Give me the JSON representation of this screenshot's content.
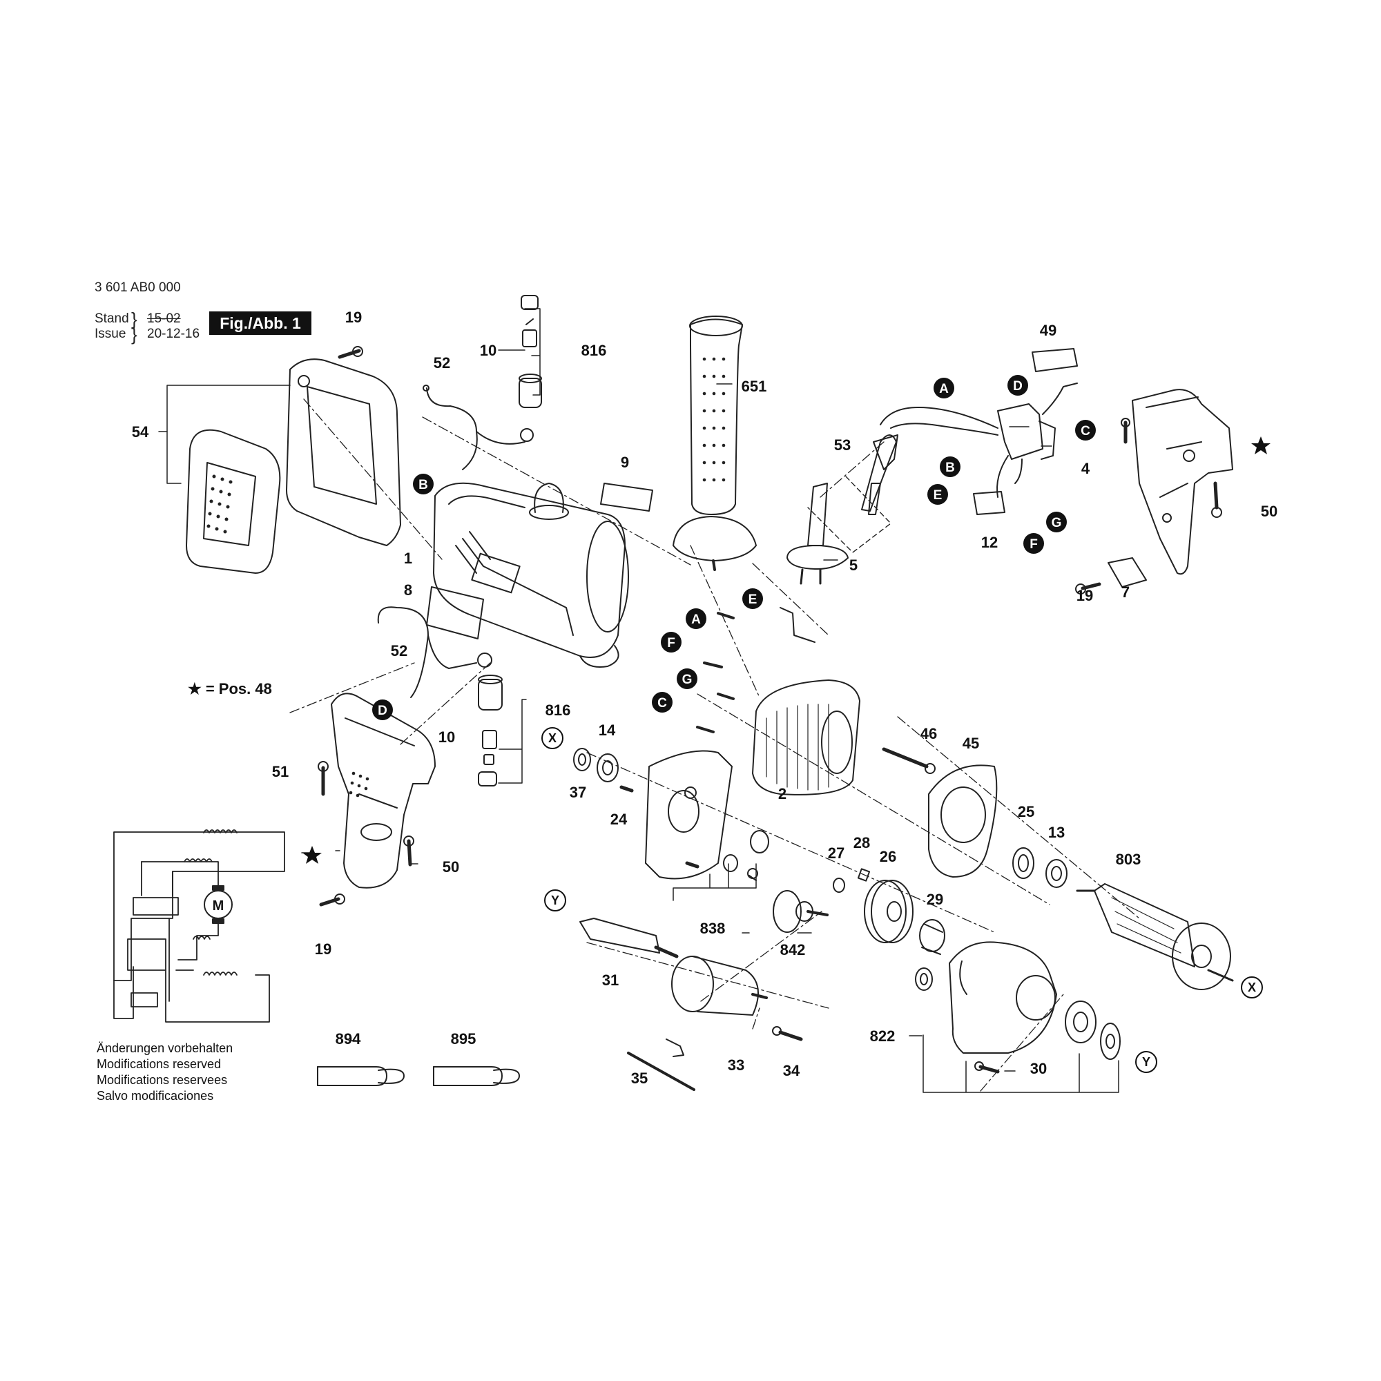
{
  "header": {
    "doc_number": "3 601 AB0 000",
    "stand_label": "Stand",
    "issue_label": "Issue",
    "stand_date_old": "15-02",
    "issue_date": "20-12-16",
    "figure_label": "Fig./Abb. 1"
  },
  "legend": {
    "star_note": "★ = Pos. 48"
  },
  "notes": [
    "Änderungen vorbehalten",
    "Modifications reserved",
    "Modifications reservees",
    "Salvo modificaciones"
  ],
  "schematic": {
    "motor_symbol": "M"
  },
  "part_labels": {
    "top_screw": "19",
    "handle_frame": "54",
    "wire_upper": "52",
    "brush": "10",
    "brush_holder_upper": "816",
    "aux_handle": "651",
    "switch_cover": "49",
    "cord_guard": "53",
    "switch": "4",
    "capacitor": "12",
    "rear_screw_upper": "50",
    "plate_screw": "19",
    "plate": "7",
    "label_9": "9",
    "housing": "1",
    "nameplate": "8",
    "plug": "5",
    "wire_lower": "52",
    "brush_holder_lower": "816",
    "brush_lower": "10",
    "handle_screw_51": "51",
    "handle_screw_50": "50",
    "handle_screw_19": "19",
    "bearing_14": "14",
    "washer_37": "37",
    "pin_24": "24",
    "field": "2",
    "screw_46": "46",
    "baffle": "45",
    "bearing_25": "25",
    "bearing_13": "13",
    "armature": "803",
    "clip_27": "27",
    "key_28": "28",
    "gear_26": "26",
    "sleeve_29": "29",
    "kit_838": "838",
    "gear_842": "842",
    "spindle": "31",
    "chuck": "33",
    "screw_34": "34",
    "chuck_key": "35",
    "gear_housing_kit": "822",
    "screw_30": "30",
    "acc_894": "894",
    "acc_895": "895"
  },
  "connectors": {
    "conn_A1": "A",
    "conn_D1": "D",
    "conn_C1": "C",
    "conn_B1": "B",
    "conn_E1": "E",
    "conn_G1": "G",
    "conn_F1": "F",
    "conn_B2": "B",
    "conn_E2": "E",
    "conn_A2": "A",
    "conn_F2": "F",
    "conn_G2": "G",
    "conn_C2": "C",
    "conn_D2": "D",
    "conn_X1": "X",
    "conn_Y1": "Y",
    "conn_X2": "X",
    "conn_Y2": "Y"
  }
}
